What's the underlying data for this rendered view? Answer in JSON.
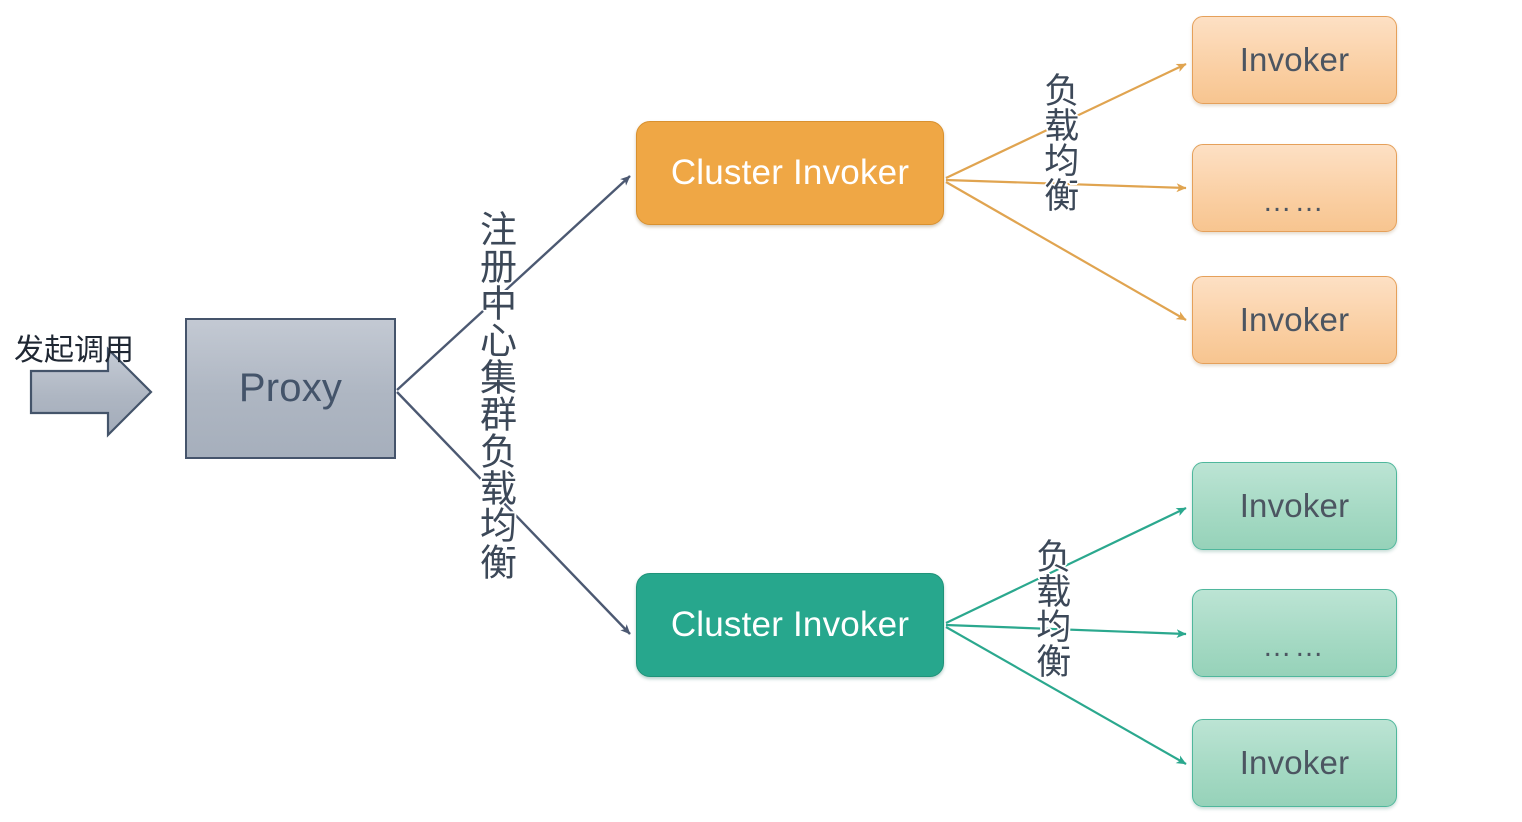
{
  "diagram": {
    "title": "Dubbo Proxy / Cluster Invoker / Invoker topology",
    "colors": {
      "proxy_fill": "#B1B9C5",
      "proxy_border": "#44546A",
      "cluster_orange": "#EFA745",
      "cluster_green": "#27A78D",
      "invoker_orange": "#FACFA3",
      "invoker_green": "#A4D9C3",
      "connector_gray": "#4C5972",
      "connector_orange": "#E0A450",
      "connector_green": "#2BA88E",
      "text_dark": "#3C4858",
      "text_white": "#FFFFFF"
    }
  },
  "entry": {
    "label": "发起调用",
    "arrow_icon": "block-arrow-right-icon"
  },
  "proxy": {
    "label": "Proxy"
  },
  "edges": {
    "registry_label": "注册中心集群负载均衡",
    "loadbalance_label_top": "负载均衡",
    "loadbalance_label_bottom": "负载均衡"
  },
  "clusters": [
    {
      "id": "cluster-orange",
      "label": "Cluster Invoker",
      "accent": "#EFA745",
      "invokers": [
        {
          "id": "invoker-orange-1",
          "label": "Invoker",
          "kind": "invoker"
        },
        {
          "id": "invoker-orange-2",
          "label": "……",
          "kind": "ellipsis"
        },
        {
          "id": "invoker-orange-3",
          "label": "Invoker",
          "kind": "invoker"
        }
      ]
    },
    {
      "id": "cluster-green",
      "label": "Cluster Invoker",
      "accent": "#27A78D",
      "invokers": [
        {
          "id": "invoker-green-1",
          "label": "Invoker",
          "kind": "invoker"
        },
        {
          "id": "invoker-green-2",
          "label": "……",
          "kind": "ellipsis"
        },
        {
          "id": "invoker-green-3",
          "label": "Invoker",
          "kind": "invoker"
        }
      ]
    }
  ]
}
